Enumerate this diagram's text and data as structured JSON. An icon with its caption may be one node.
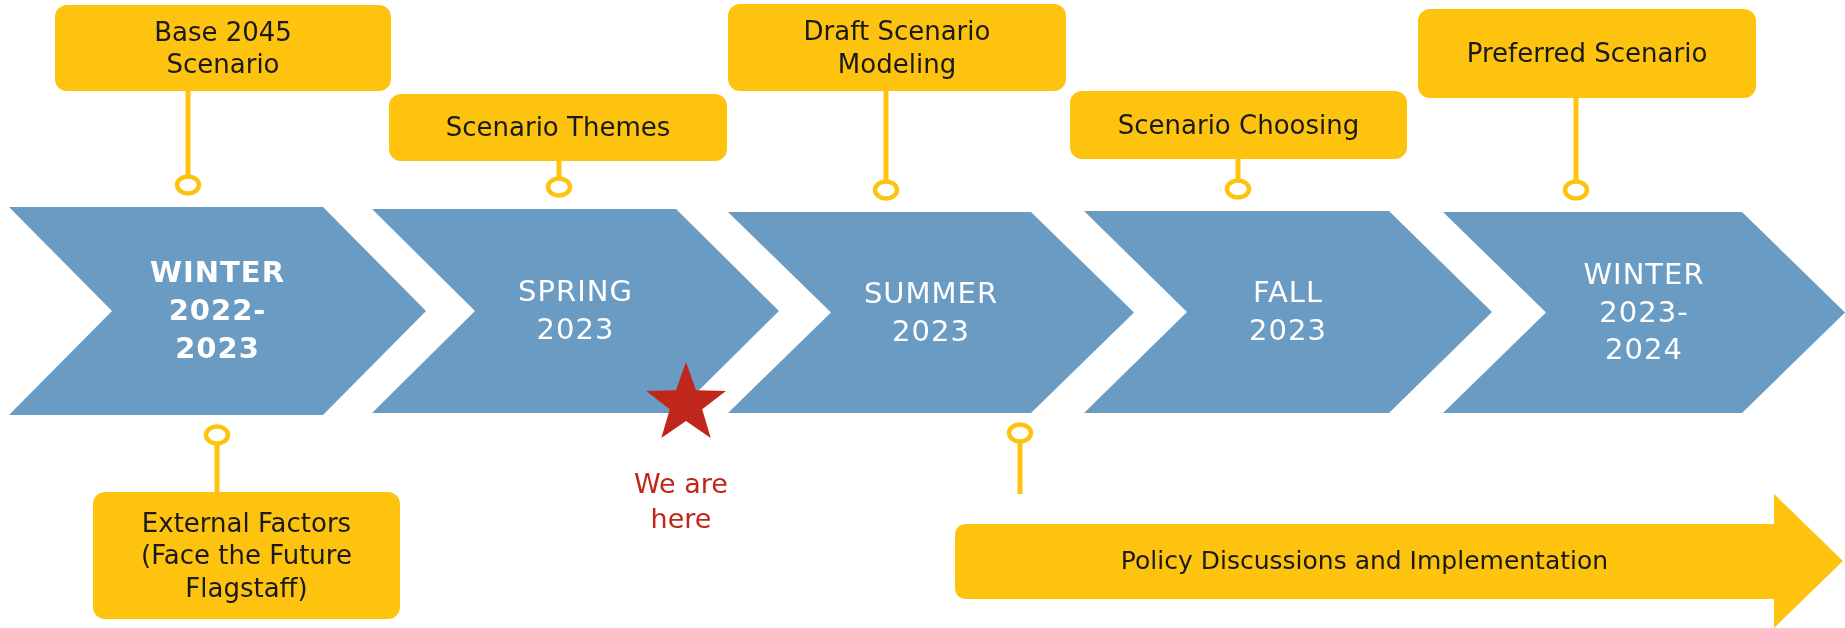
{
  "diagram": {
    "nodes": [
      {
        "text": [
          "WINTER 2022-2023"
        ]
      },
      {
        "text": [
          "SPRING 2023"
        ]
      },
      {
        "text": [
          "SUMMER 2023"
        ]
      },
      {
        "text": [
          "FALL 2023"
        ]
      },
      {
        "text": [
          "WINTER 2023-2024"
        ]
      },
      {
        "text": [
          "Base 2045 Scenario"
        ]
      },
      {
        "text": [
          "Scenario Themes"
        ]
      },
      {
        "text": [
          "Draft Scenario Modeling"
        ]
      },
      {
        "text": [
          "Scenario Choosing"
        ]
      },
      {
        "text": [
          "Preferred Scenario"
        ]
      },
      {
        "text": [
          "External Factors (Face the Future Flagstaff)"
        ]
      },
      {
        "text": [
          "Policy Discussions and Implementation"
        ]
      }
    ],
    "edges": [
      {
        "from": 5,
        "to": 0,
        "arrow": "other"
      },
      {
        "from": 6,
        "to": 1,
        "arrow": "other"
      },
      {
        "from": 7,
        "to": 2,
        "arrow": "other"
      },
      {
        "from": 8,
        "to": 3,
        "arrow": "other"
      },
      {
        "from": 9,
        "to": 4,
        "arrow": "other"
      },
      {
        "from": 10,
        "to": 0,
        "arrow": "other"
      },
      {
        "from": 11,
        "to": 2,
        "arrow": "other"
      }
    ],
    "labels": [
      "We are here"
    ]
  }
}
